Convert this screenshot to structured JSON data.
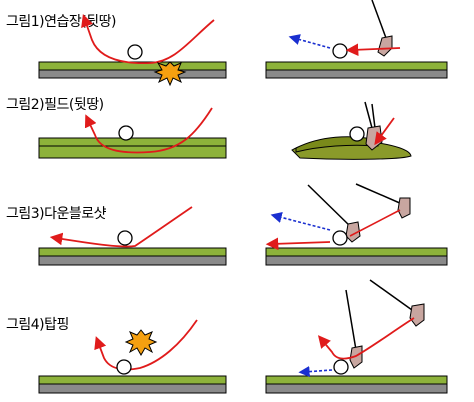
{
  "figures": [
    {
      "caption": "그림1)연습장(뒷땅)"
    },
    {
      "caption": "그림2)필드(뒷땅)"
    },
    {
      "caption": "그림3)다운블로샷"
    },
    {
      "caption": "그림4)탑핑"
    }
  ],
  "colors": {
    "turf": "#8db23a",
    "mat_base": "#8a8a8a",
    "field_turf": "#8db23a",
    "field_soil": "#8a9a2a",
    "divot_turf": "#7a8a1a",
    "swing_path": "#e01b1b",
    "ball_flight": "#1a2fd0",
    "impact_star": "#f5a010",
    "clubhead": "#c8a6a0",
    "outline": "#000000"
  },
  "icons": [
    "golf-ball",
    "golf-club",
    "impact-burst",
    "swing-arrow",
    "ball-flight-arrow"
  ]
}
